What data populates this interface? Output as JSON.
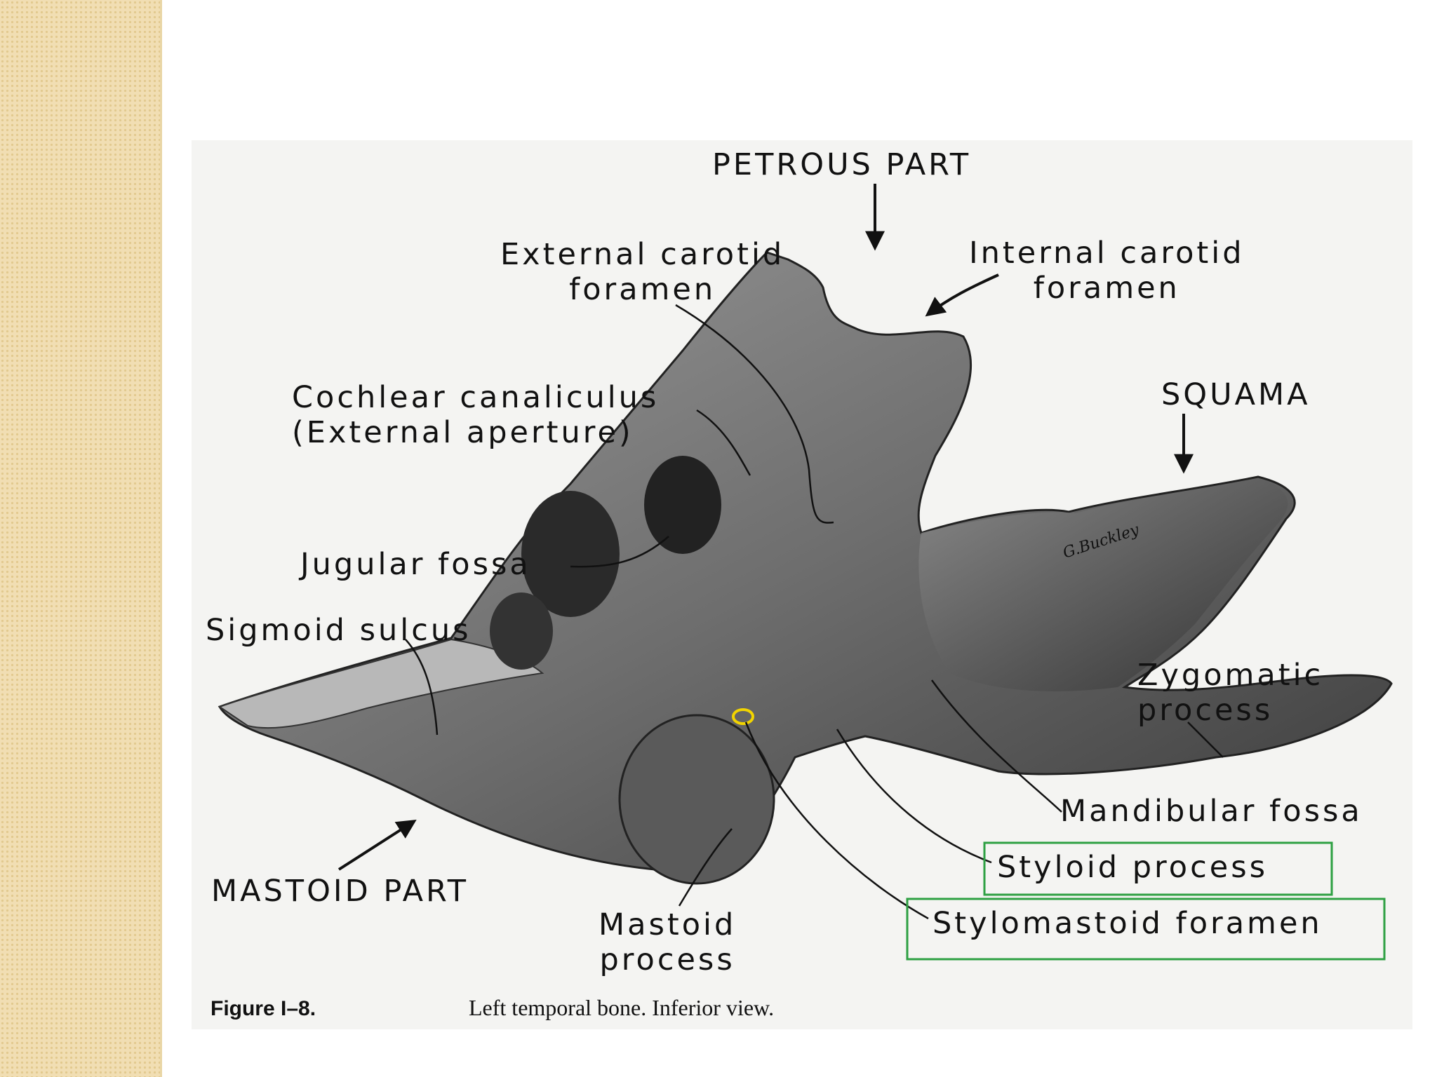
{
  "labels": {
    "petrous_part": "PETROUS PART",
    "external_carotid": "External carotid\nforamen",
    "internal_carotid": "Internal carotid\nforamen",
    "cochlear": "Cochlear canaliculus\n(External aperture)",
    "squama": "SQUAMA",
    "jugular_fossa": "Jugular fossa",
    "sigmoid_sulcus": "Sigmoid sulcus",
    "zygomatic": "Zygomatic\nprocess",
    "mandibular_fossa": "Mandibular fossa",
    "styloid_process": "Styloid process",
    "stylomastoid_foramen": "Stylomastoid foramen",
    "mastoid_part": "MASTOID PART",
    "mastoid_process": "Mastoid\nprocess",
    "signature": "G.Buckley"
  },
  "caption": {
    "label": "Figure I–8.",
    "text": "Left temporal bone. Inferior view."
  },
  "colors": {
    "highlight_box": "#2ea043",
    "foramen_marker": "#f2d400",
    "sidebar": "#f1deb3"
  }
}
